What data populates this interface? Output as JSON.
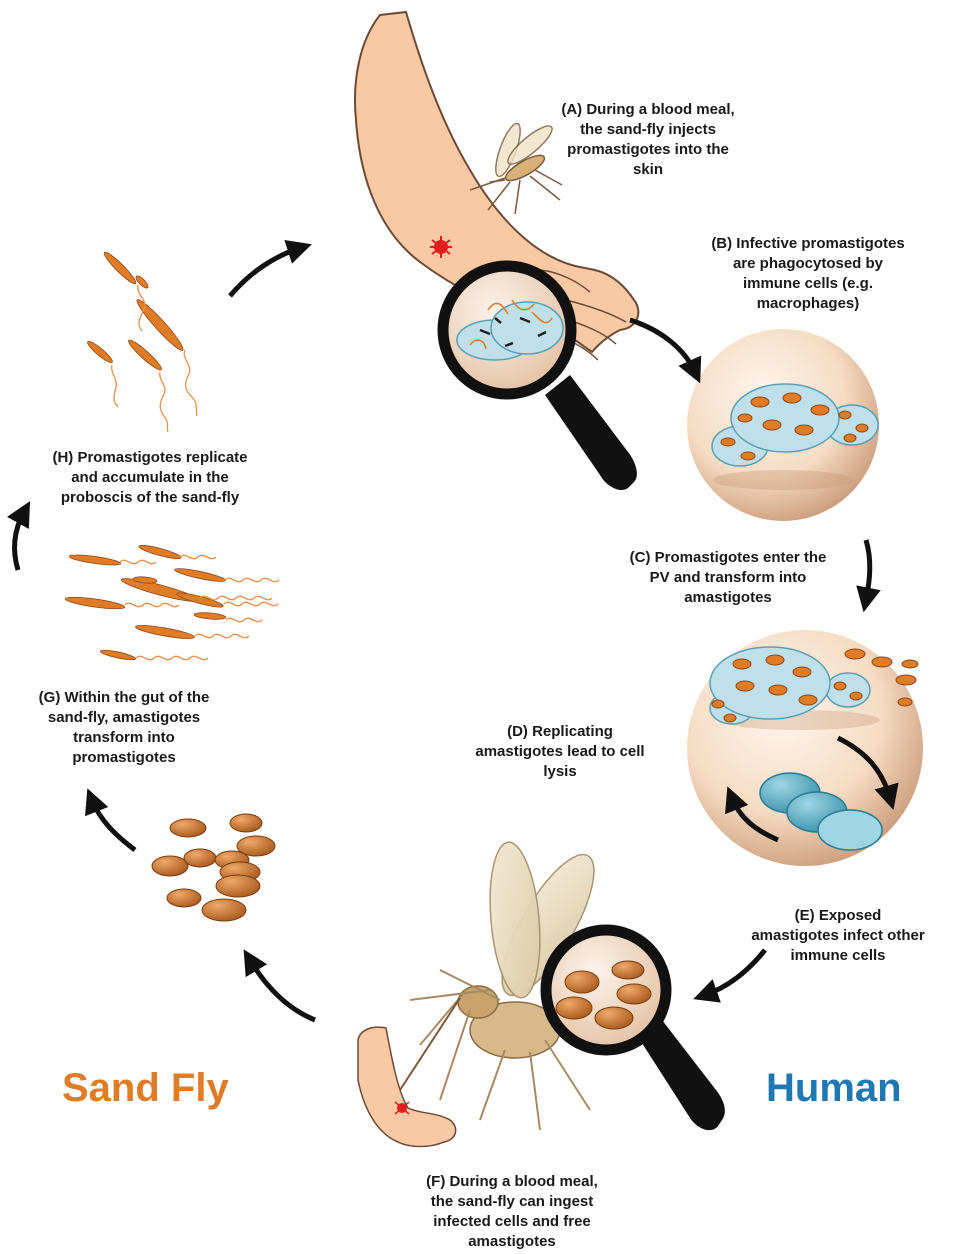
{
  "captions": {
    "a": "(A) During a blood meal,\nthe sand-fly injects\npromastigotes into the\nskin",
    "b": "(B) Infective promastigotes\nare phagocytosed by\nimmune cells (e.g.\nmacrophages)",
    "c": "(C) Promastigotes enter the\nPV and transform into\namastigotes",
    "d": "(D) Replicating\namastigotes lead to cell\nlysis",
    "e": "(E) Exposed\namastigotes infect other\nimmune cells",
    "f": "(F) During a blood meal,\nthe sand-fly can ingest\ninfected cells and free\namastigotes",
    "g": "(G) Within the gut of the\nsand-fly, amastigotes\ntransform into\npromastigotes",
    "h": "(H) Promastigotes replicate\nand accumulate in the\nproboscis of the sand-fly"
  },
  "host_labels": {
    "sand_fly": "Sand Fly",
    "human": "Human"
  },
  "colors": {
    "sand_fly_label": "#e07b26",
    "human_label": "#1f78b4",
    "skin": "#f9c9a3",
    "skin_outline": "#6b4a36",
    "parasite": "#e07b26",
    "cell": "#bfe0ea",
    "cell_teal": "#4aa9c0",
    "arrow": "#111111",
    "bite": "#e0201e"
  }
}
